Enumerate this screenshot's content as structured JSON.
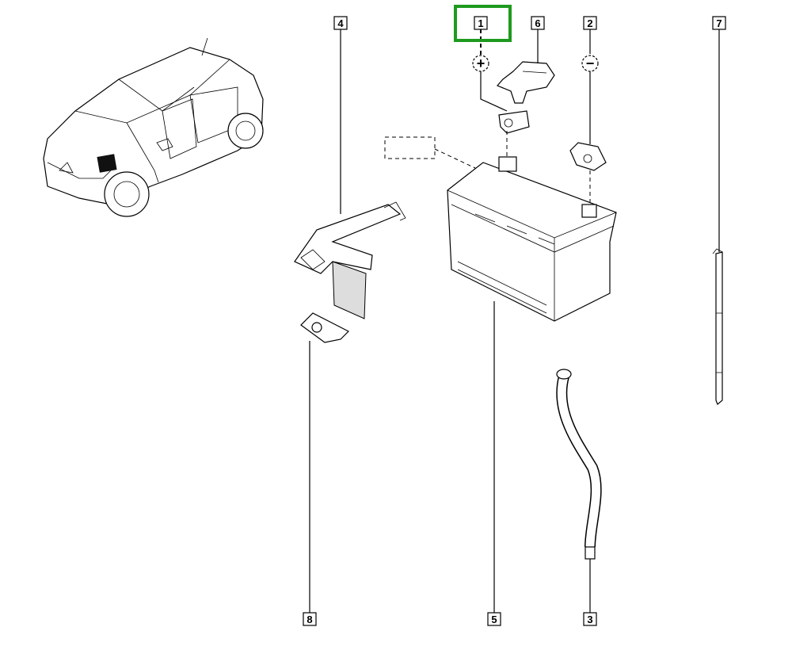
{
  "diagram": {
    "callouts": {
      "c1": "1",
      "c2": "2",
      "c3": "3",
      "c4": "4",
      "c5": "5",
      "c6": "6",
      "c7": "7",
      "c8": "8"
    },
    "selected_callout": "1",
    "highlight_color": "#1e9a1e",
    "symbols": {
      "positive": "+",
      "negative": "−"
    }
  }
}
